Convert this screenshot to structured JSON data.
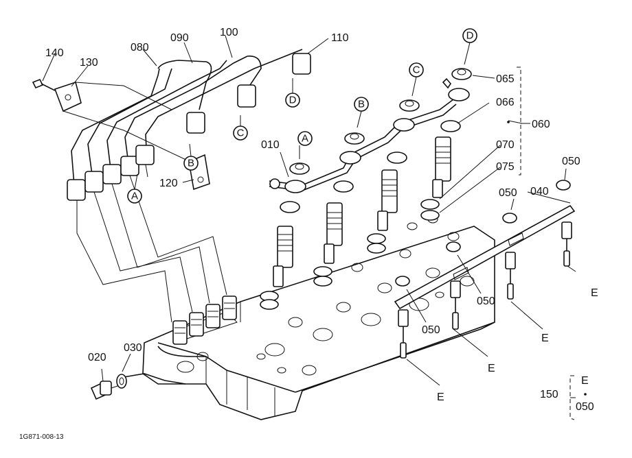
{
  "labels": {
    "p140": "140",
    "p130": "130",
    "p080": "080",
    "p090": "090",
    "p100": "100",
    "p110": "110",
    "p065": "065",
    "p066": "066",
    "p060": "060",
    "p070": "070",
    "p075": "075",
    "p010": "010",
    "p120": "120",
    "p050a": "050",
    "p040": "040",
    "p050b": "050",
    "p050c": "050",
    "p050d": "050",
    "p020": "020",
    "p030": "030",
    "p150": "150",
    "p150e": "E",
    "p150n": "050"
  },
  "callouts": {
    "A": "A",
    "B": "B",
    "C": "C",
    "D": "D",
    "E": "E"
  },
  "drawing_code": "1G871-008-13"
}
